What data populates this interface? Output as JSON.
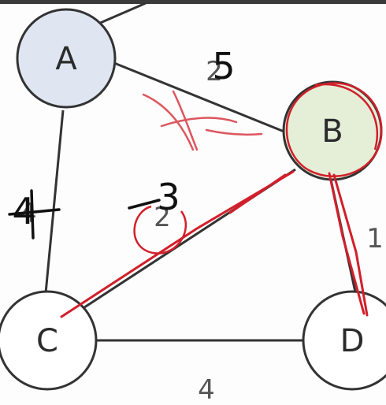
{
  "colors": {
    "node_a_fill": "#dfe6f2",
    "node_b_fill": "#e5efd8",
    "node_default_fill": "#ffffff",
    "edge": "#333333",
    "annotation_red": "#d21f2a",
    "ink": "#111111"
  },
  "graph": {
    "nodes": [
      {
        "id": "A",
        "label": "A"
      },
      {
        "id": "B",
        "label": "B"
      },
      {
        "id": "C",
        "label": "C"
      },
      {
        "id": "D",
        "label": "D"
      }
    ],
    "edges": [
      {
        "from": "A",
        "to": "B",
        "weight": "2"
      },
      {
        "from": "A",
        "to": "C",
        "weight": "4"
      },
      {
        "from": "B",
        "to": "C",
        "weight": "2"
      },
      {
        "from": "B",
        "to": "D",
        "weight": "1"
      },
      {
        "from": "C",
        "to": "D",
        "weight": "4"
      }
    ]
  },
  "annotations": {
    "ab_new_weight": "5",
    "ac_new_weight": "4",
    "bc_new_weight": "3"
  }
}
